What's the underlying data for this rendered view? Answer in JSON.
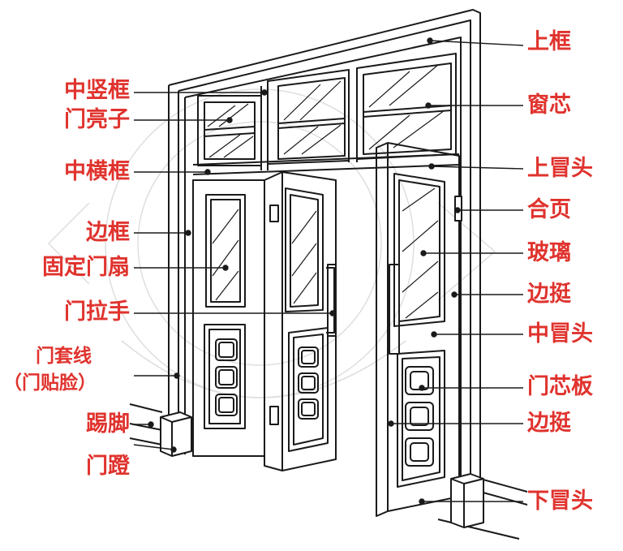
{
  "colors": {
    "label": "#e0332e",
    "line": "#1a1a1a",
    "watermark": "#d6d6d6"
  },
  "labels": {
    "left": [
      {
        "id": "mullion",
        "text": "中竖框"
      },
      {
        "id": "transom-light",
        "text": "门亮子"
      },
      {
        "id": "transom-bar",
        "text": "中横框"
      },
      {
        "id": "side-frame",
        "text": "边框"
      },
      {
        "id": "fixed-leaf",
        "text": "固定门扇"
      },
      {
        "id": "door-handle",
        "text": "门拉手"
      },
      {
        "id": "casing-1",
        "text": "门套线"
      },
      {
        "id": "casing-2",
        "text": "（门贴脸）"
      },
      {
        "id": "kickboard",
        "text": "踢脚"
      },
      {
        "id": "plinth",
        "text": "门蹬"
      }
    ],
    "right": [
      {
        "id": "head-frame",
        "text": "上框"
      },
      {
        "id": "window-core",
        "text": "窗芯"
      },
      {
        "id": "top-rail",
        "text": "上冒头"
      },
      {
        "id": "hinge",
        "text": "合页"
      },
      {
        "id": "glass",
        "text": "玻璃"
      },
      {
        "id": "stile-upper",
        "text": "边挺"
      },
      {
        "id": "middle-rail",
        "text": "中冒头"
      },
      {
        "id": "panel",
        "text": "门芯板"
      },
      {
        "id": "stile-lower",
        "text": "边挺"
      },
      {
        "id": "bottom-rail",
        "text": "下冒头"
      }
    ]
  }
}
